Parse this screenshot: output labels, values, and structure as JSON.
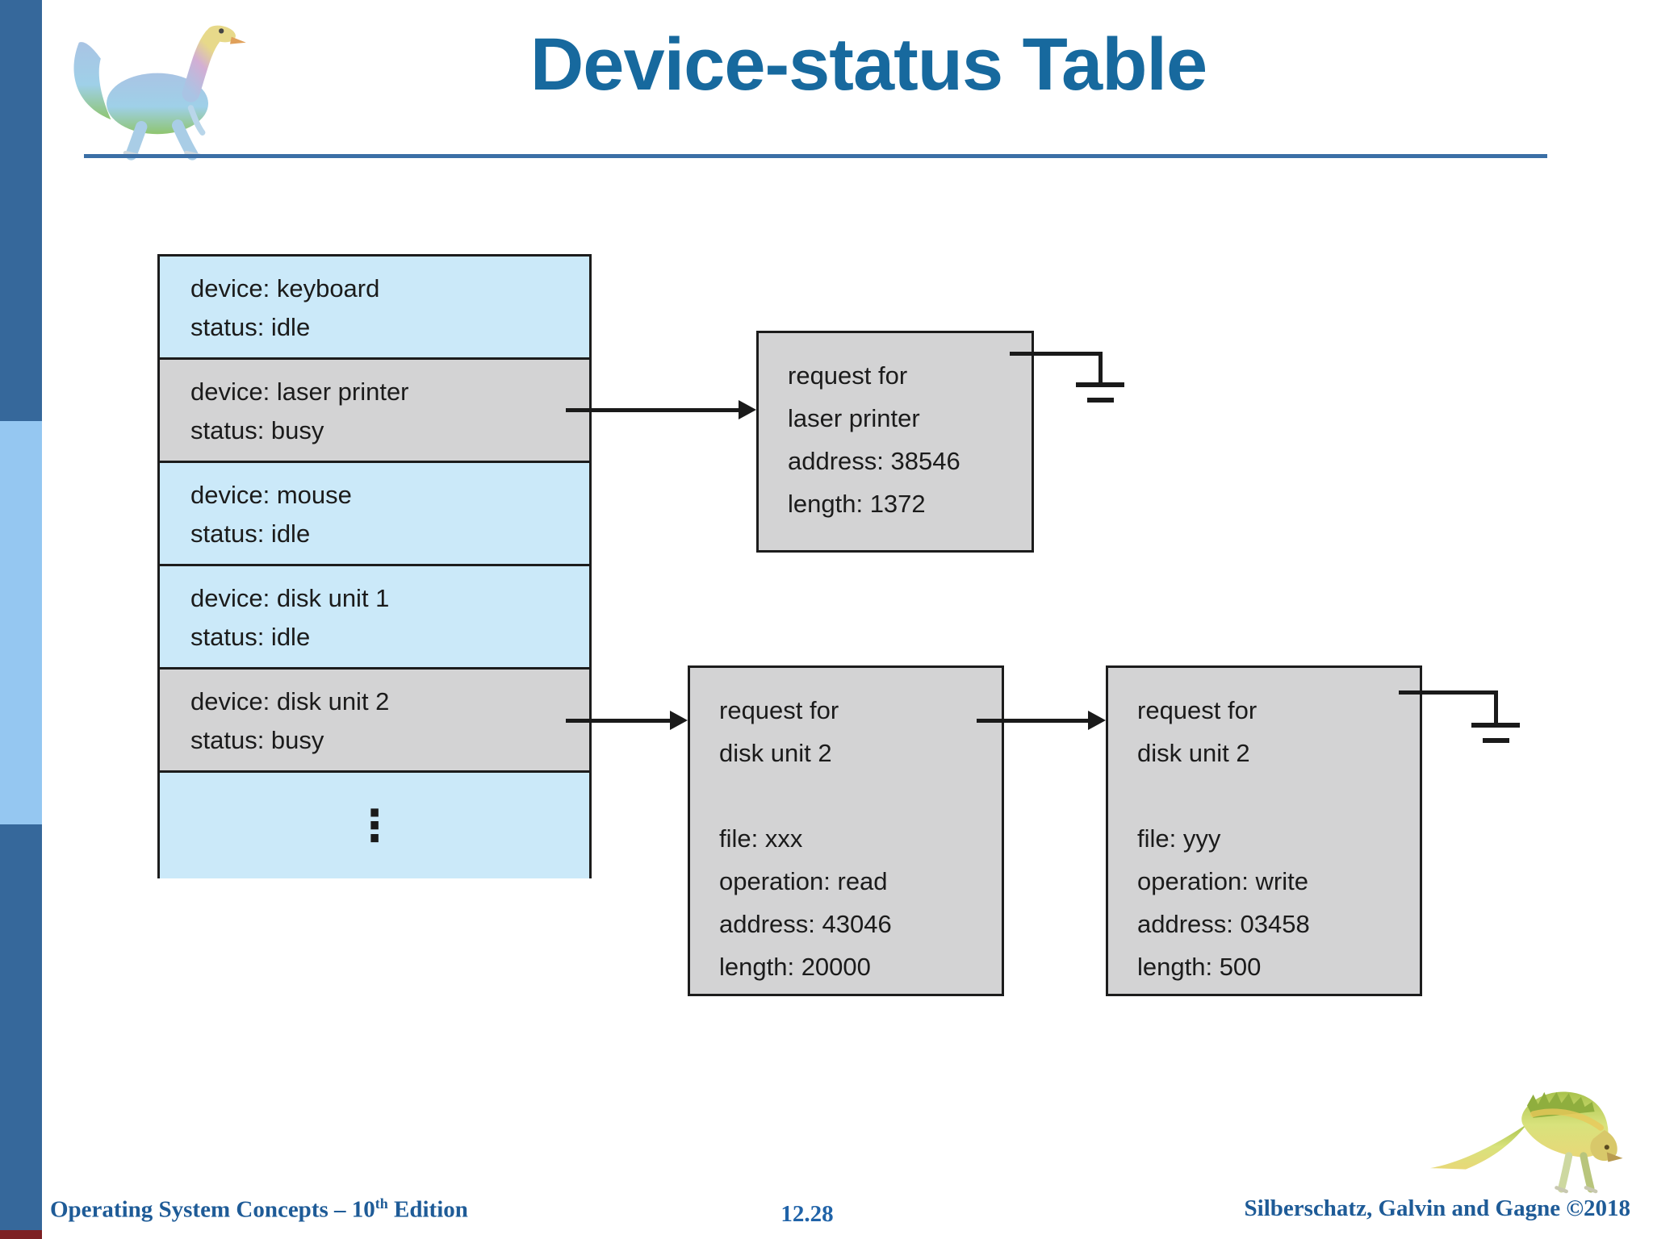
{
  "slide": {
    "title": "Device-status Table"
  },
  "table": {
    "rows": [
      {
        "device": "device: keyboard",
        "status": "status: idle"
      },
      {
        "device": "device: laser printer",
        "status": "status: busy"
      },
      {
        "device": "device: mouse",
        "status": "status: idle"
      },
      {
        "device": "device: disk unit 1",
        "status": "status: idle"
      },
      {
        "device": "device: disk unit 2",
        "status": "status: busy"
      }
    ],
    "ellipsis": "⋮"
  },
  "requests": {
    "laser_printer": {
      "line1": "request for",
      "line2": "laser printer",
      "address": "address: 38546",
      "length": "length: 1372"
    },
    "disk2_first": {
      "line1": "request for",
      "line2": "disk unit 2",
      "file": "file: xxx",
      "operation": "operation: read",
      "address": "address: 43046",
      "length": "length: 20000"
    },
    "disk2_second": {
      "line1": "request for",
      "line2": "disk unit 2",
      "file": "file: yyy",
      "operation": "operation: write",
      "address": "address: 03458",
      "length": "length: 500"
    }
  },
  "footer": {
    "left_main": "Operating System Concepts – 10",
    "left_sup": "th",
    "left_rest": " Edition",
    "page": "12.28",
    "right": "Silberschatz, Galvin and Gagne ©2018"
  },
  "colors": {
    "sidebar_dark": "#36689b",
    "sidebar_light": "#95c7f1",
    "sidebar_maroon": "#7d2023",
    "title_blue": "#17699e",
    "rule_blue": "#3b6fa6",
    "row_idle": "#cbe9f9",
    "row_busy": "#d3d3d4",
    "footer_blue": "#1e5b97"
  }
}
